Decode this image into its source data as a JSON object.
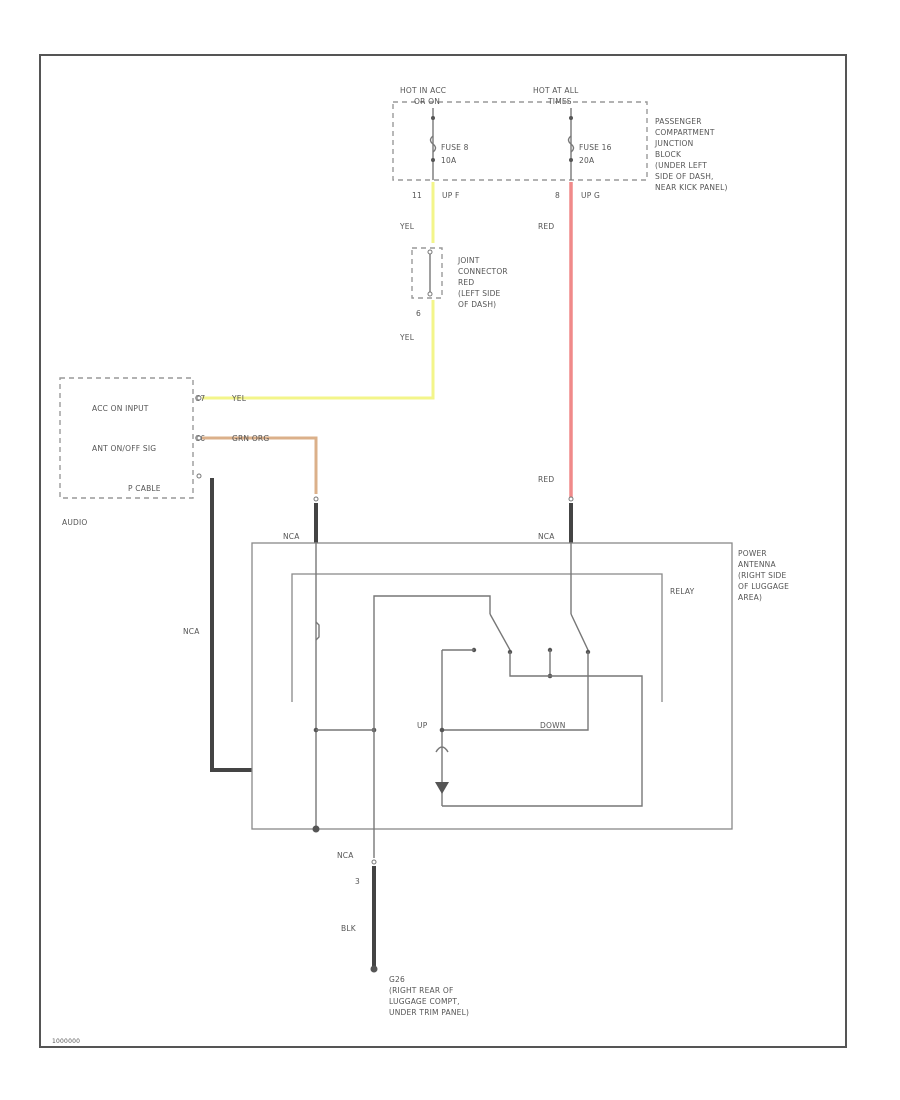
{
  "colors": {
    "yel": "#f3f58a",
    "red": "#f08a8a",
    "grnorg": "#dbb08a",
    "blk": "#444444",
    "line": "#777777"
  },
  "junction_block": {
    "hot_label_left": "HOT IN ACC",
    "hot_label_left_sub": "OR ON",
    "hot_label_right": "HOT AT ALL",
    "hot_label_right_sub": "TIMES",
    "fuse_left_name": "FUSE 8",
    "fuse_left_amp": "10A",
    "fuse_right_name": "FUSE 16",
    "fuse_right_amp": "20A",
    "pin_left": "11",
    "conn_left": "UP F",
    "pin_right": "8",
    "conn_right": "UP G",
    "label": [
      "PASSENGER",
      "COMPARTMENT",
      "JUNCTION",
      "BLOCK",
      "(UNDER LEFT",
      "SIDE OF DASH,",
      "NEAR KICK PANEL)"
    ]
  },
  "wires": {
    "yel_top": "YEL",
    "red_top": "RED",
    "yel_joint_pin": "6",
    "yel_bottom": "YEL",
    "yel_audio": "YEL",
    "grn_org": "GRN ORG",
    "red_bottom": "RED",
    "nca_left": "NCA",
    "nca_right": "NCA",
    "nca_side": "NCA",
    "nca_bottom": "NCA",
    "gnd_pin": "3",
    "blk": "BLK"
  },
  "joint_connector": {
    "label": [
      "JOINT",
      "CONNECTOR",
      "RED",
      "(LEFT SIDE",
      "OF DASH)"
    ]
  },
  "audio": {
    "acc_on_input": "ACC ON INPUT",
    "ant_on_off_sig": "ANT ON/OFF SIG",
    "p_cable": "P CABLE",
    "pin_acc": "C7",
    "pin_ant": "C6",
    "label": "AUDIO"
  },
  "power_antenna": {
    "label": [
      "POWER",
      "ANTENNA",
      "(RIGHT SIDE",
      "OF LUGGAGE",
      "AREA)"
    ],
    "relay": "RELAY",
    "up": "UP",
    "down": "DOWN"
  },
  "ground": {
    "label": [
      "G26",
      "(RIGHT REAR OF",
      "LUGGAGE COMPT,",
      "UNDER TRIM PANEL)"
    ]
  },
  "footer_code": "1000000"
}
